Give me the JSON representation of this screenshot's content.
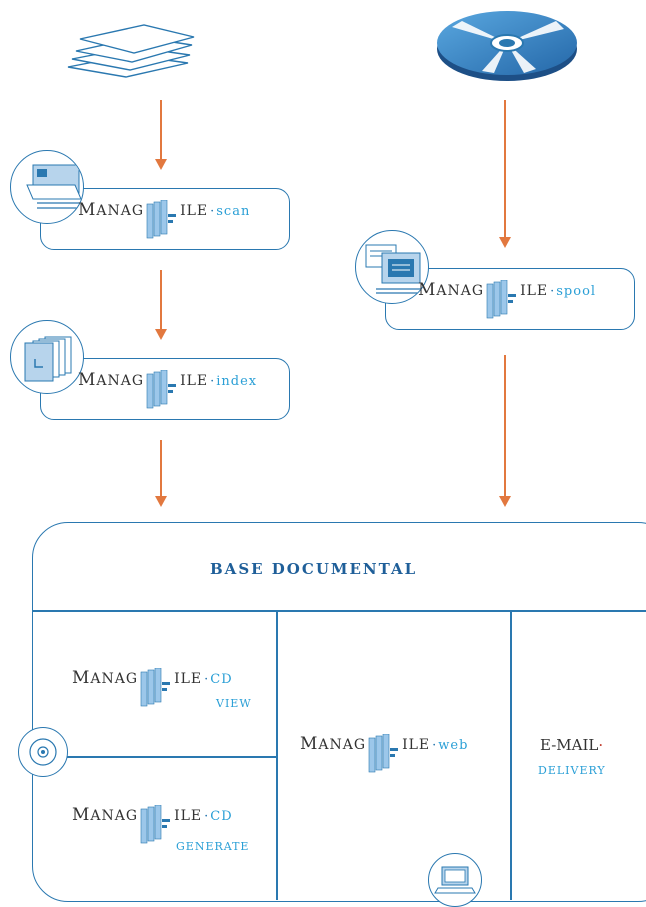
{
  "nodes": {
    "scan": {
      "word_cap": "M",
      "word_rest": "ANAG",
      "logo_cap": "F",
      "word_tail": "ILE",
      "suffix": "scan"
    },
    "index": {
      "word_cap": "M",
      "word_rest": "ANAG",
      "logo_cap": "F",
      "word_tail": "ILE",
      "suffix": "index"
    },
    "spool": {
      "word_cap": "M",
      "word_rest": "ANAG",
      "logo_cap": "F",
      "word_tail": "ILE",
      "suffix": "spool"
    },
    "cd_view": {
      "word_cap": "M",
      "word_rest": "ANAG",
      "word_tail": "ILE",
      "suffix": "CD",
      "suffix2": "VIEW"
    },
    "web": {
      "word_cap": "M",
      "word_rest": "ANAG",
      "word_tail": "ILE",
      "suffix": "web"
    },
    "cd_generate": {
      "word_cap": "M",
      "word_rest": "ANAG",
      "word_tail": "ILE",
      "suffix": "CD",
      "suffix2": "GENERATE"
    }
  },
  "base": {
    "title": "base documental"
  },
  "email": {
    "label": "E-MAIL",
    "sub": "DELIVERY"
  },
  "colors": {
    "arrow": "#e2783f",
    "border": "#2a78b0",
    "suffix": "#2a9fd6",
    "title": "#1f5f99"
  },
  "icons": [
    "papers-icon",
    "disc-icon",
    "scanner-icon",
    "pages-stack-icon",
    "computer-printout-icon",
    "cd-icon",
    "laptop-icon",
    "managfile-logo-icon"
  ]
}
